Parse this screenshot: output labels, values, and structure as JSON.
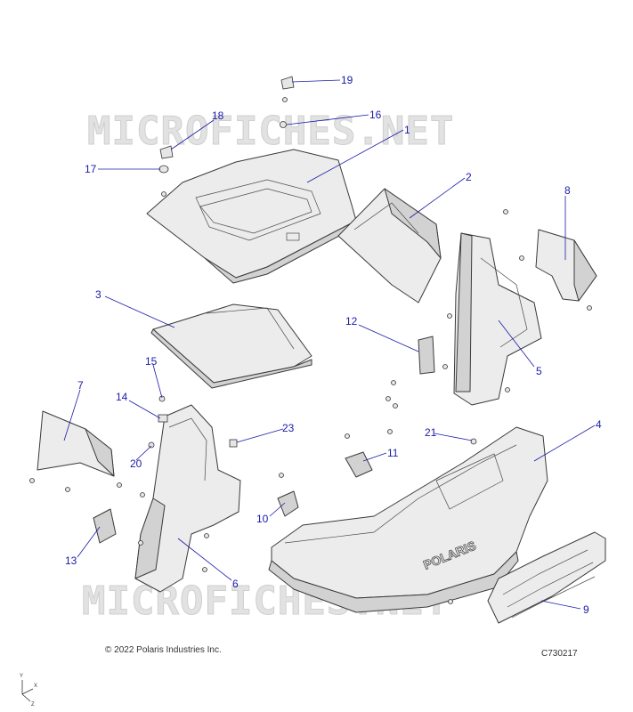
{
  "watermark": {
    "text": "MICROFICHES.NET"
  },
  "copyright": "© 2022 Polaris Industries Inc.",
  "diagram_code": "C730217",
  "part_text": {
    "logo": "POLARIS"
  },
  "axes": {
    "y": "Y",
    "x": "X",
    "z": "Z"
  },
  "callouts": [
    "1",
    "2",
    "3",
    "4",
    "5",
    "6",
    "7",
    "8",
    "9",
    "10",
    "11",
    "12",
    "13",
    "14",
    "15",
    "16",
    "17",
    "18",
    "19",
    "20",
    "21",
    "23"
  ],
  "colors": {
    "callout": "#1a1aa8",
    "line": "#3a3a3a",
    "fill": "#ececec"
  }
}
